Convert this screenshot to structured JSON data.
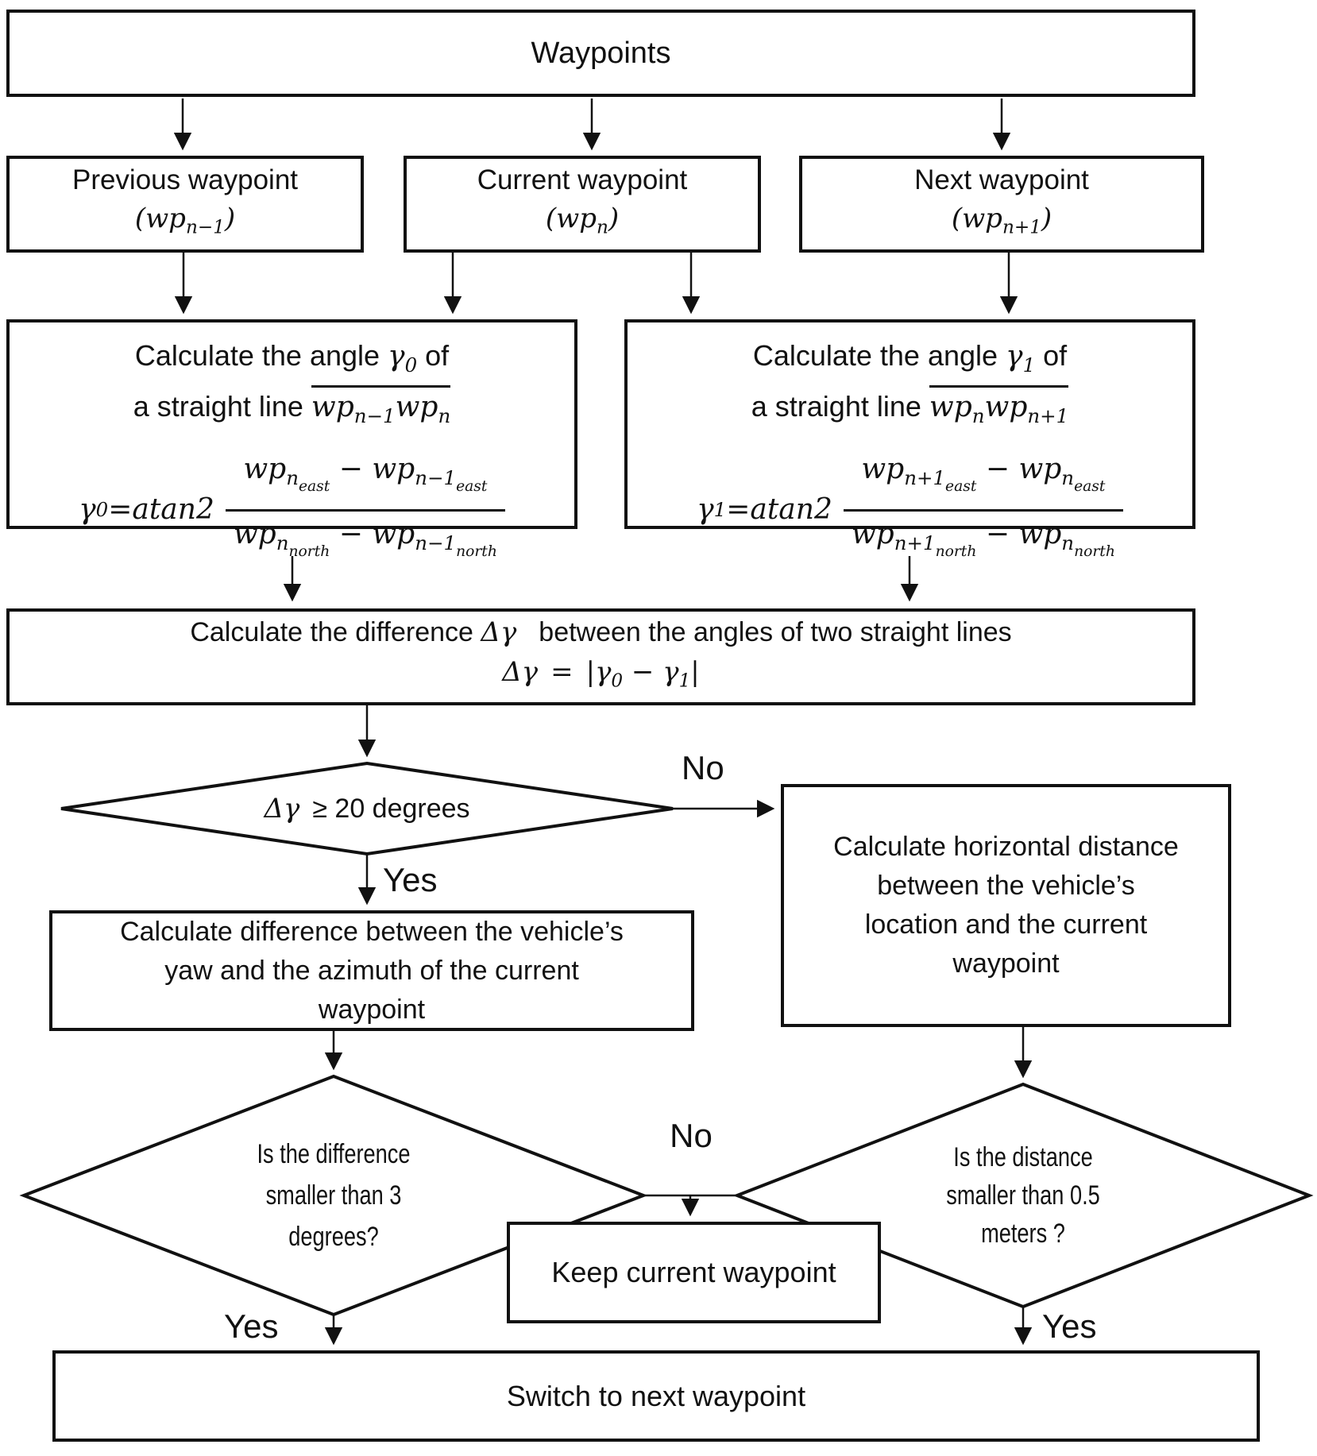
{
  "nodes": {
    "waypoints": {
      "label": "Waypoints"
    },
    "previous_waypoint": {
      "title": "Previous waypoint",
      "math_open": "(",
      "wp": "wp",
      "wp_sub": "n−1",
      "math_close": ")"
    },
    "current_waypoint": {
      "title": "Current waypoint",
      "math_open": "(",
      "wp": "wp",
      "wp_sub": "n",
      "math_close": ")"
    },
    "next_waypoint": {
      "title": "Next waypoint",
      "math_open": "(",
      "wp": "wp",
      "wp_sub": "n+1",
      "math_close": ")"
    },
    "angle0": {
      "title_pre": "Calculate the angle ",
      "gamma": "γ",
      "gamma_sub": "0",
      "title_post": " of",
      "title_line2": "a straight line ",
      "seg_a": "wp",
      "seg_a_sub": "n−1",
      "seg_b": "wp",
      "seg_b_sub": "n",
      "lhs_gamma": "γ",
      "lhs_sub": "0",
      "eq": " = ",
      "fn": "atan2",
      "num_a": "wp",
      "num_a_sub": "n",
      "num_a_dir": "east",
      "num_minus": " − ",
      "num_b": "wp",
      "num_b_sub": "n−1",
      "num_b_dir": "east",
      "den_a": "wp",
      "den_a_sub": "n",
      "den_a_dir": "north",
      "den_minus": " − ",
      "den_b": "wp",
      "den_b_sub": "n−1",
      "den_b_dir": "north"
    },
    "angle1": {
      "title_pre": "Calculate the angle ",
      "gamma": "γ",
      "gamma_sub": "1",
      "title_post": " of",
      "title_line2": "a straight line ",
      "seg_a": "wp",
      "seg_a_sub": "n",
      "seg_b": "wp",
      "seg_b_sub": "n+1",
      "lhs_gamma": "γ",
      "lhs_sub": "1",
      "eq": " = ",
      "fn": "atan2",
      "num_a": "wp",
      "num_a_sub": "n+1",
      "num_a_dir": "east",
      "num_minus": " − ",
      "num_b": "wp",
      "num_b_sub": "n",
      "num_b_dir": "east",
      "den_a": "wp",
      "den_a_sub": "n+1",
      "den_a_dir": "north",
      "den_minus": " − ",
      "den_b": "wp",
      "den_b_sub": "n",
      "den_b_dir": "north"
    },
    "delta": {
      "line1_pre": "Calculate the difference ",
      "line1_sym": "Δγ",
      "line1_post": "between the angles of two straight lines",
      "l2_sym": "Δγ",
      "l2_eq": "=",
      "l2_bar1": "|",
      "l2_g0": "γ",
      "l2_g0_sub": "0",
      "l2_minus": " − ",
      "l2_g1": "γ",
      "l2_g1_sub": "1",
      "l2_bar2": "|"
    },
    "decision_angle": {
      "sym": "Δγ",
      "cond": "≥ 20 degrees"
    },
    "yaw_box": {
      "line1": "Calculate difference between the vehicle’s",
      "line2": "yaw and the azimuth of the current",
      "line3": "waypoint"
    },
    "distance_box": {
      "line1": "Calculate horizontal distance",
      "line2": "between the vehicle’s",
      "line3": "location and the current",
      "line4": "waypoint"
    },
    "decision_yaw": {
      "line1": "Is the difference",
      "line2": "smaller than 3",
      "line3": "degrees?"
    },
    "decision_distance": {
      "line1": "Is the distance",
      "line2": "smaller than 0.5",
      "line3": "meters ?"
    },
    "keep_box": {
      "label": "Keep current waypoint"
    },
    "switch_box": {
      "label": "Switch to next waypoint"
    }
  },
  "edge_labels": {
    "angle_no": "No",
    "angle_yes": "Yes",
    "middle_no": "No",
    "yaw_yes": "Yes",
    "distance_yes": "Yes"
  },
  "colors": {
    "line": "#111111",
    "background": "#ffffff",
    "text": "#111111"
  }
}
